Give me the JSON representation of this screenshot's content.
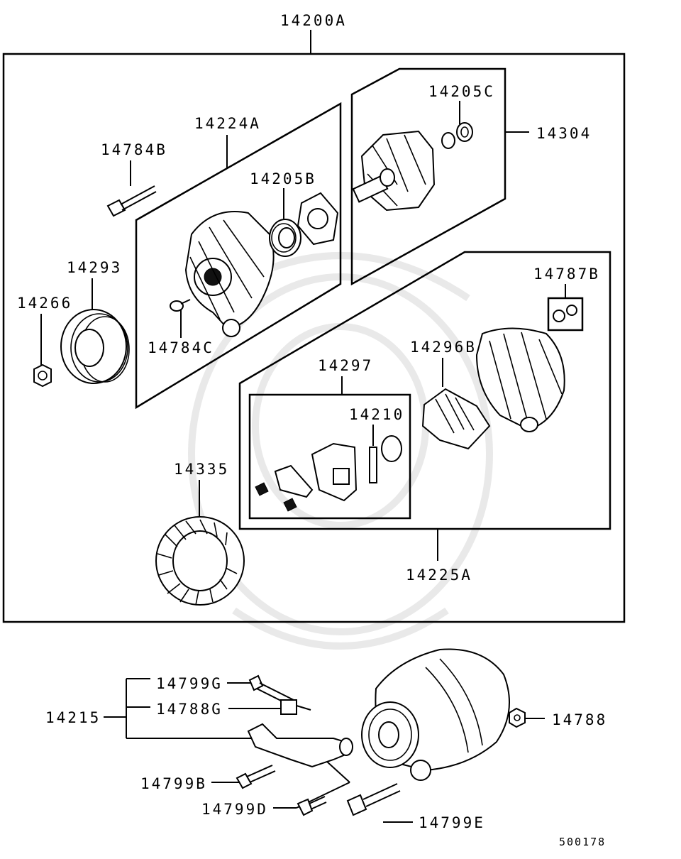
{
  "labels": {
    "assembly": "14200A",
    "rear_bracket_assy": "14224A",
    "rotor_assy": "14304",
    "bearing_rear": "14205C",
    "bolt_b": "14784B",
    "bearing_front": "14205B",
    "pulley": "14293",
    "nut": "14266",
    "screw_c": "14784C",
    "bushing": "14787B",
    "rectifier": "14296B",
    "brush_holder_assy": "14297",
    "brush": "14210",
    "stator": "14335",
    "front_bracket_assy": "14225A",
    "bracket_group": "14215",
    "bolt_g": "14799G",
    "adjuster": "14788G",
    "nut_mount": "14788",
    "bolt_b2": "14799B",
    "bolt_d": "14799D",
    "bolt_e": "14799E"
  },
  "reference": "500178"
}
